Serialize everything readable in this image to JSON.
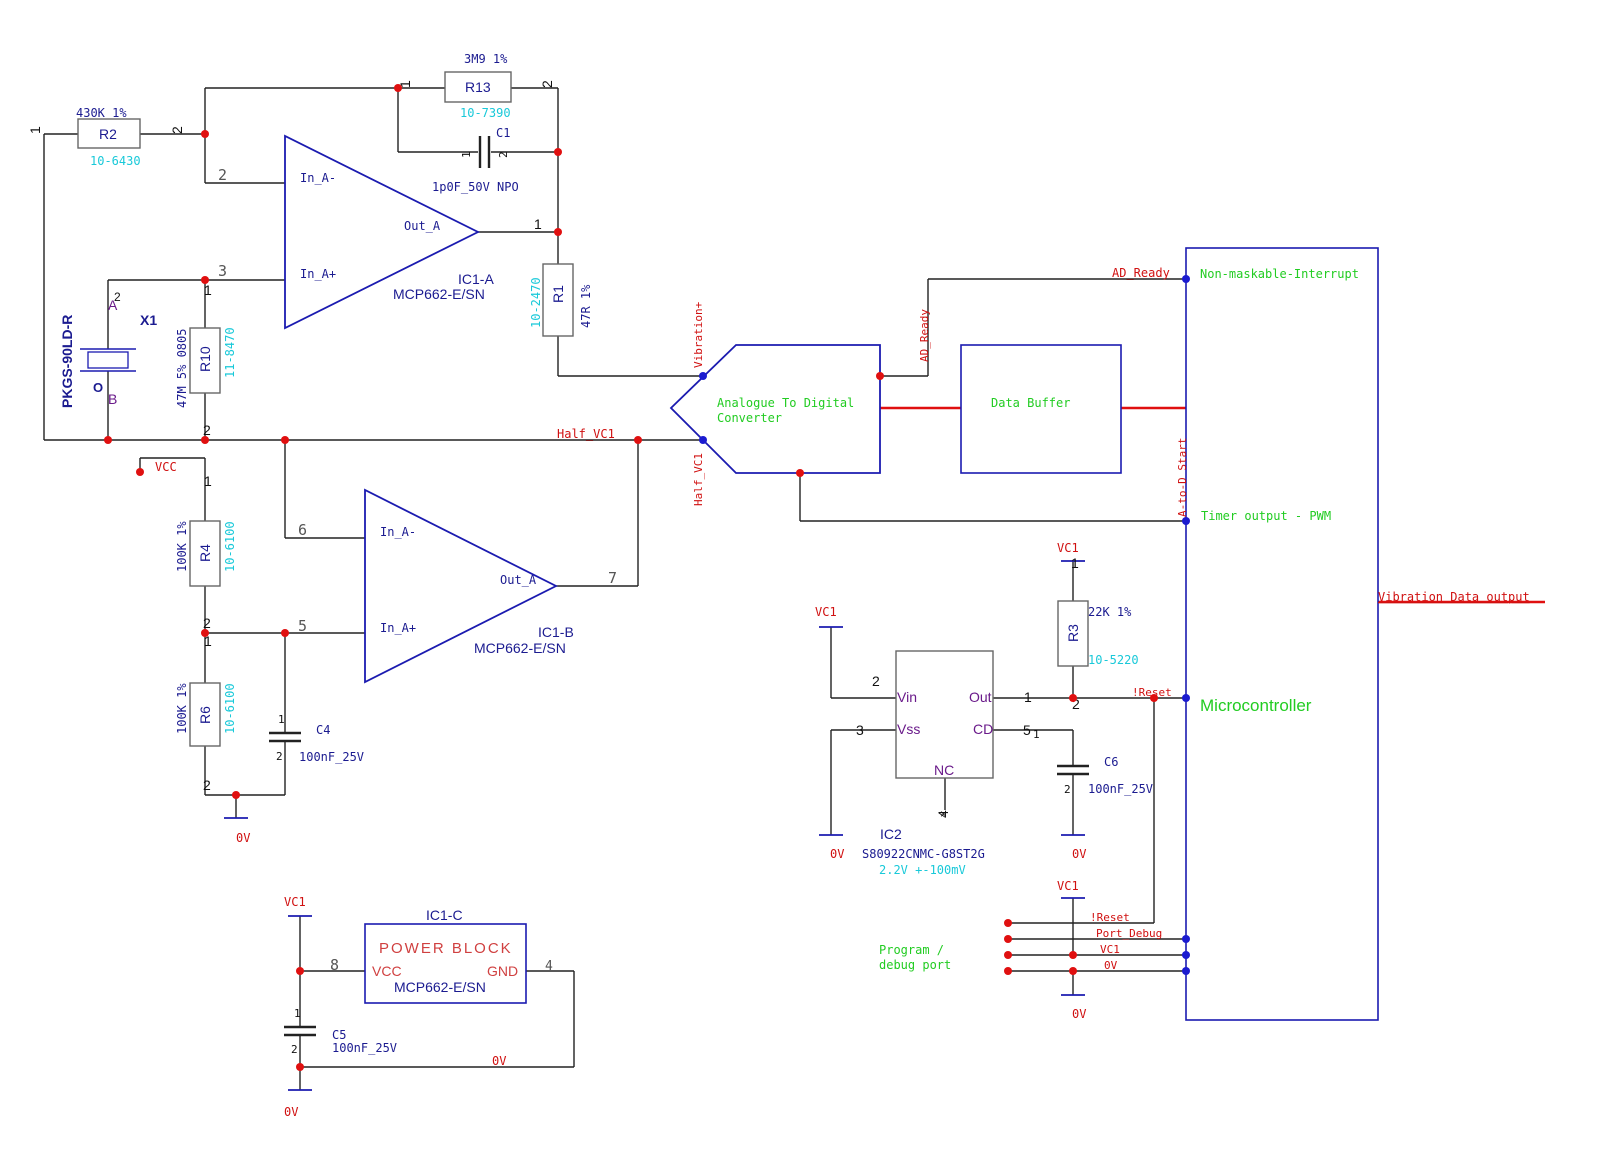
{
  "resistors": {
    "r2": {
      "ref": "R2",
      "value": "430K 1%",
      "part": "10-6430",
      "pin1": "1",
      "pin2": "2"
    },
    "r13": {
      "ref": "R13",
      "value": "3M9 1%",
      "part": "10-7390",
      "pin1": "1",
      "pin2": "2"
    },
    "r1": {
      "ref": "R1",
      "value": "47R 1%",
      "part": "10-2470"
    },
    "r10": {
      "ref": "R10",
      "value": "47M 5% 0805",
      "part": "11-8470",
      "pin1": "1",
      "pin2": "2"
    },
    "r4": {
      "ref": "R4",
      "value": "100K 1%",
      "part": "10-6100",
      "pin1": "1",
      "pin2": "2"
    },
    "r6": {
      "ref": "R6",
      "value": "100K 1%",
      "part": "10-6100",
      "pin1": "1",
      "pin2": "2"
    },
    "r3": {
      "ref": "R3",
      "value": "22K 1%",
      "part": "10-5220",
      "pin1": "1",
      "pin2": "2"
    }
  },
  "capacitors": {
    "c1": {
      "ref": "C1",
      "value": "1p0F_50V NPO",
      "pin1": "1",
      "pin2": "2"
    },
    "c4": {
      "ref": "C4",
      "value": "100nF_25V",
      "pin1": "1",
      "pin2": "2"
    },
    "c5": {
      "ref": "C5",
      "value": "100nF_25V",
      "pin1": "1",
      "pin2": "2"
    },
    "c6": {
      "ref": "C6",
      "value": "100nF_25V",
      "pin1": "1",
      "pin2": "2"
    }
  },
  "sensor": {
    "ref": "X1",
    "part": "PKGS-90LD-R",
    "pin_a": "A",
    "pin_b": "B",
    "pin_a_num": "2",
    "pin_o": "O"
  },
  "ic1a": {
    "ref": "IC1-A",
    "part": "MCP662-E/SN",
    "in_minus": "In_A-",
    "in_plus": "In_A+",
    "out": "Out_A",
    "pin_minus": "2",
    "pin_plus": "3",
    "pin_out": "1"
  },
  "ic1b": {
    "ref": "IC1-B",
    "part": "MCP662-E/SN",
    "in_minus": "In_A-",
    "in_plus": "In_A+",
    "out": "Out_A",
    "pin_minus": "6",
    "pin_plus": "5",
    "pin_out": "7"
  },
  "ic1c": {
    "ref": "IC1-C",
    "title": "POWER BLOCK",
    "vcc": "VCC",
    "gnd": "GND",
    "part": "MCP662-E/SN",
    "pin_vcc": "8",
    "pin_gnd": "4"
  },
  "ic2": {
    "ref": "IC2",
    "part": "S80922CNMC-G8ST2G",
    "note": "2.2V +-100mV",
    "vin": "Vin",
    "vss": "Vss",
    "out": "Out",
    "cd": "CD",
    "nc": "NC",
    "pin_vin": "2",
    "pin_vss": "3",
    "pin_out": "1",
    "pin_cd": "5",
    "pin_nc": "4"
  },
  "blocks": {
    "adc": {
      "line1": "Analogue To Digital",
      "line2": "Converter",
      "pin_vplus": "Vibration+",
      "pin_half": "Half_VC1",
      "pin_ready": "AD_Ready",
      "pin_start": "A-to-D Start"
    },
    "buffer": {
      "label": "Data Buffer"
    },
    "mcu": {
      "label": "Microcontroller",
      "nmi": "Non-maskable-Interrupt",
      "timer": "Timer output - PWM",
      "output": "Vibration Data output"
    }
  },
  "nets": {
    "half_vc1": "Half_VC1",
    "ad_ready": "AD_Ready",
    "vcc": "VCC",
    "vc1": "VC1",
    "gnd": "0V",
    "reset": "!Reset",
    "port_debug": "Port_Debug"
  },
  "debug": {
    "line1": "Program /",
    "line2": "debug port"
  }
}
